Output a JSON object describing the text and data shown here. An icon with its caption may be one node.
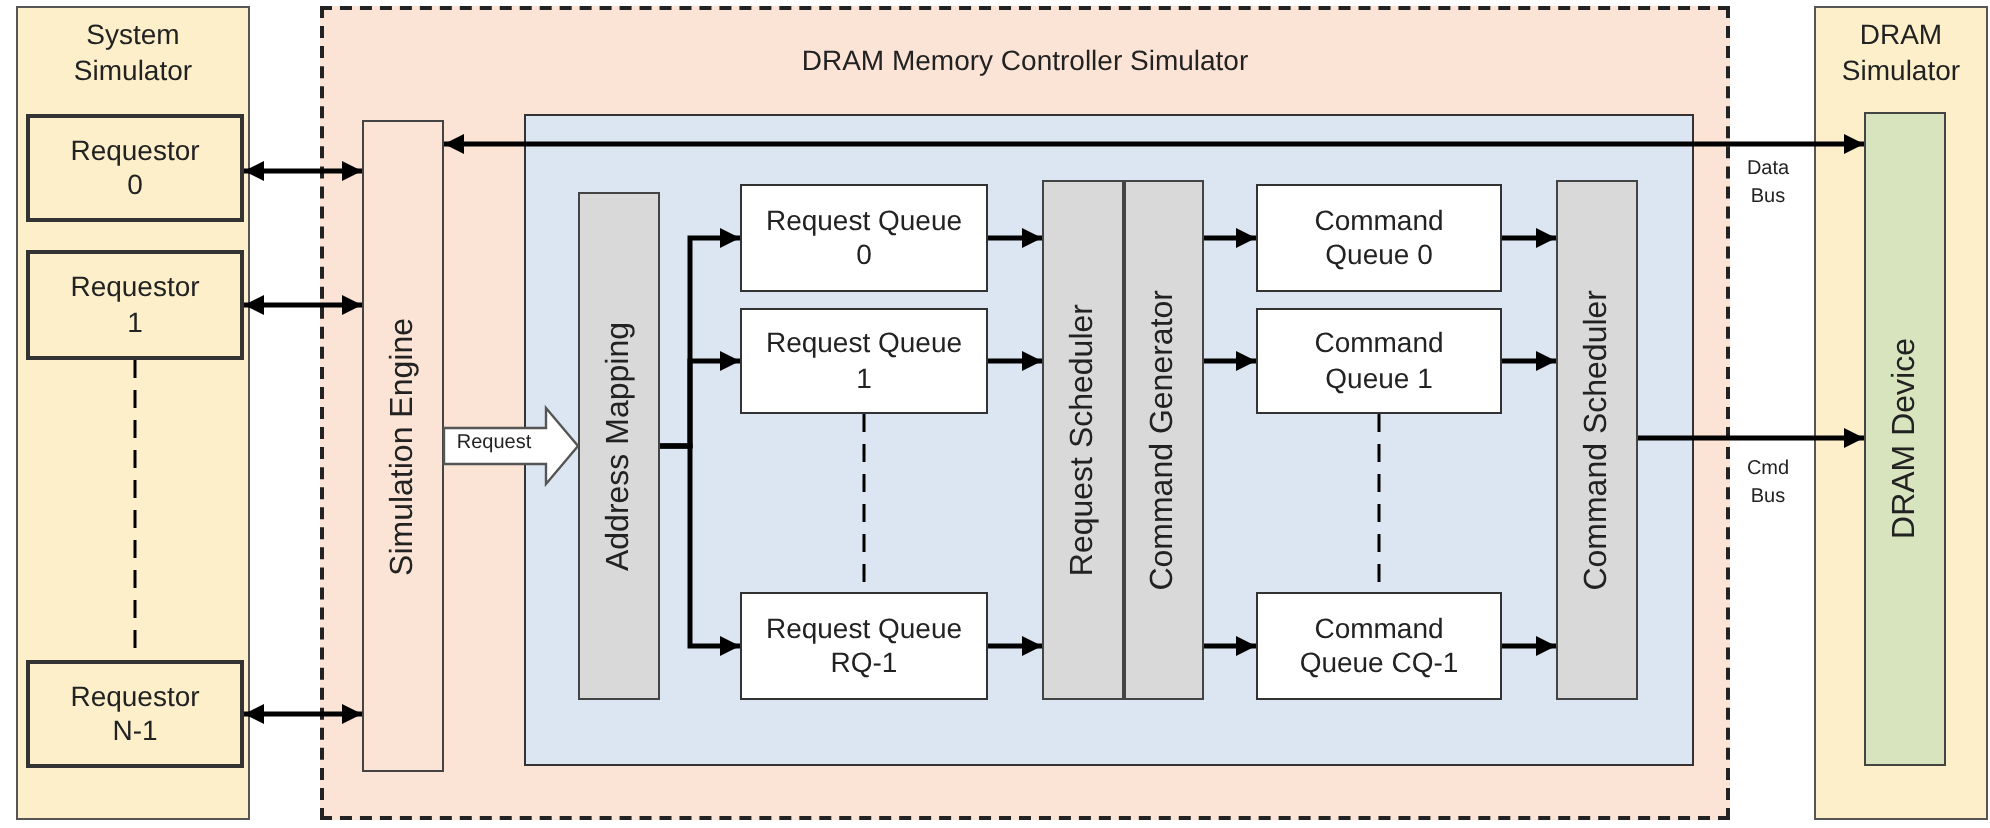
{
  "diagram": {
    "nodes": [
      {
        "text": [
          "System Simulator"
        ]
      },
      {
        "text": [
          "Requestor 0"
        ],
        "in": 0
      },
      {
        "text": [
          "Requestor 1"
        ],
        "in": 0
      },
      {
        "text": [
          "Requestor N-1"
        ],
        "in": 0
      },
      {
        "text": [
          "DRAM Memory Controller Simulator"
        ]
      },
      {
        "text": [
          "Simulation Engine"
        ],
        "in": 4
      },
      {
        "text": [],
        "shape": "box",
        "in": 4
      },
      {
        "text": [
          "Address Mapping"
        ],
        "in": 6
      },
      {
        "text": [
          "Request Queue 0"
        ],
        "in": 6
      },
      {
        "text": [
          "Request Queue 1"
        ],
        "in": 6
      },
      {
        "text": [
          "Request Queue RQ-1"
        ],
        "in": 6
      },
      {
        "text": [
          "Request Scheduler"
        ],
        "in": 6
      },
      {
        "text": [
          "Command Generator"
        ],
        "in": 6
      },
      {
        "text": [
          "Command Queue 0"
        ],
        "in": 6
      },
      {
        "text": [
          "Command Queue 1"
        ],
        "in": 6
      },
      {
        "text": [
          "Command Queue CQ-1"
        ],
        "in": 6
      },
      {
        "text": [
          "Command Scheduler"
        ],
        "in": 6
      },
      {
        "text": [
          "DRAM Simulator"
        ]
      },
      {
        "text": [
          "DRAM Device"
        ],
        "in": 17
      }
    ],
    "edges": [
      {
        "from": 1,
        "to": 5,
        "arrow": "both"
      },
      {
        "from": 2,
        "to": 5,
        "arrow": "both"
      },
      {
        "from": 3,
        "to": 5,
        "arrow": "both"
      },
      {
        "from": 2,
        "to": 3,
        "arrow": "none",
        "style": "dashed"
      },
      {
        "from": 5,
        "to": 18,
        "arrow": "both",
        "label": "Data Bus"
      },
      {
        "from": 5,
        "to": 7,
        "arrow": "to",
        "label": "Request",
        "style": "thick"
      },
      {
        "from": 7,
        "to": 8,
        "arrow": "to"
      },
      {
        "from": 7,
        "to": 9,
        "arrow": "to"
      },
      {
        "from": 7,
        "to": 10,
        "arrow": "to"
      },
      {
        "from": 8,
        "to": 11,
        "arrow": "to"
      },
      {
        "from": 9,
        "to": 11,
        "arrow": "to"
      },
      {
        "from": 10,
        "to": 11,
        "arrow": "to"
      },
      {
        "from": 9,
        "to": 10,
        "arrow": "none",
        "style": "dashed"
      },
      {
        "from": 12,
        "to": 13,
        "arrow": "to"
      },
      {
        "from": 12,
        "to": 14,
        "arrow": "to"
      },
      {
        "from": 12,
        "to": 15,
        "arrow": "to"
      },
      {
        "from": 13,
        "to": 16,
        "arrow": "to"
      },
      {
        "from": 14,
        "to": 16,
        "arrow": "to"
      },
      {
        "from": 15,
        "to": 16,
        "arrow": "to"
      },
      {
        "from": 14,
        "to": 15,
        "arrow": "none",
        "style": "dashed"
      },
      {
        "from": 16,
        "to": 18,
        "arrow": "to",
        "label": "Cmd Bus"
      }
    ]
  }
}
